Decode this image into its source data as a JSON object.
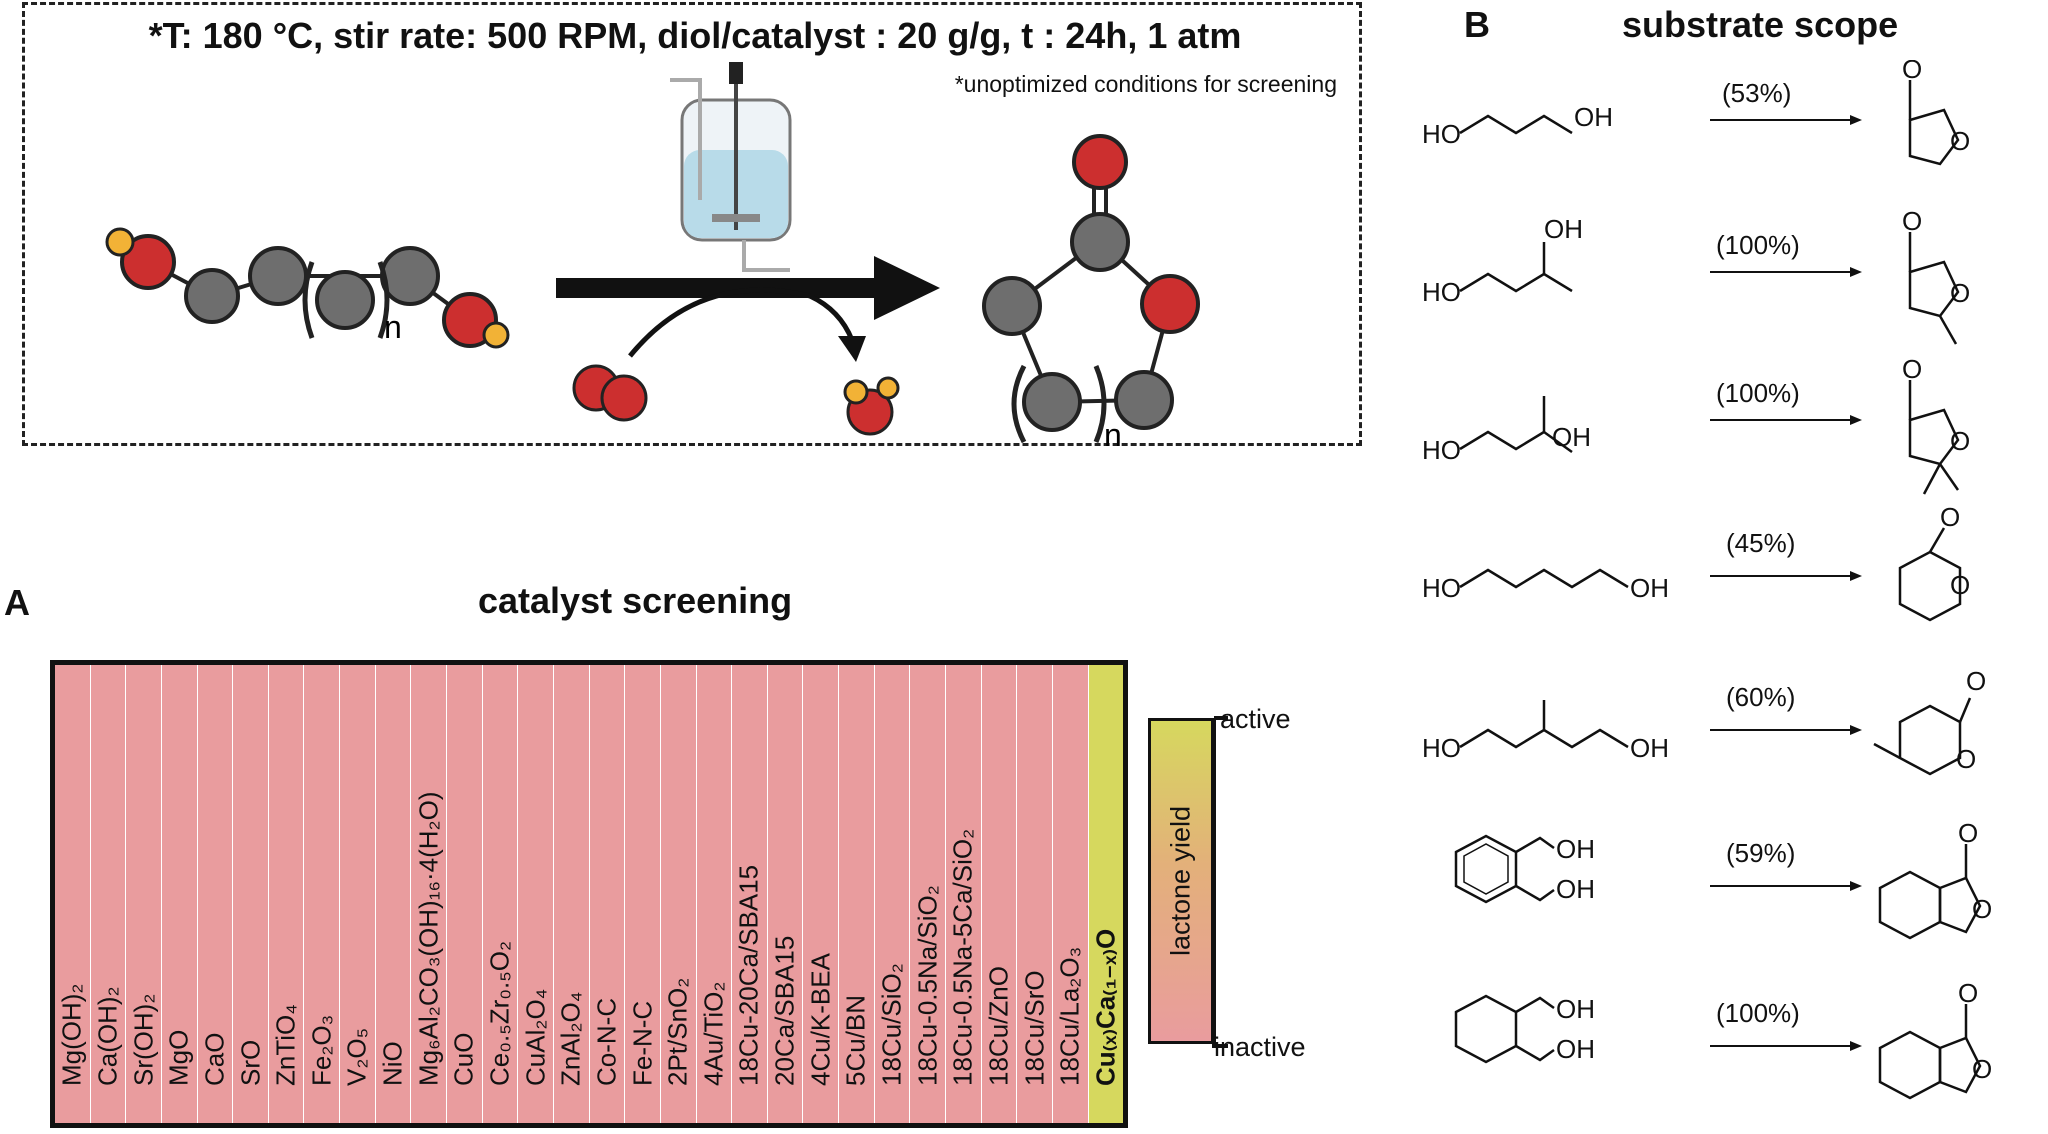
{
  "panel_top": {
    "conditions": "*T: 180 °C, stir rate: 500 RPM, diol/catalyst : 20 g/g, t : 24h, 1 atm",
    "note": "*unoptimized conditions for screening",
    "n_label": "n"
  },
  "panel_a": {
    "letter": "A",
    "title": "catalyst screening",
    "legend": {
      "title": "lactone yield",
      "top": "active",
      "bottom": "inactive"
    },
    "colors": {
      "inactive": "#e99c9e",
      "active": "#d6d85e"
    },
    "catalysts": [
      "Mg(OH)₂",
      "Ca(OH)₂",
      "Sr(OH)₂",
      "MgO",
      "CaO",
      "SrO",
      "ZnTiO₄",
      "Fe₂O₃",
      "V₂O₅",
      "NiO",
      "Mg₆Al₂CO₃(OH)₁₆·4(H₂O)",
      "CuO",
      "Ce₀.₅Zr₀.₅O₂",
      "CuAl₂O₄",
      "ZnAl₂O₄",
      "Co-N-C",
      "Fe-N-C",
      "2Pt/SnO₂",
      "4Au/TiO₂",
      "18Cu-20Ca/SBA15",
      "20Ca/SBA15",
      "4Cu/K-BEA",
      "5Cu/BN",
      "18Cu/SiO₂",
      "18Cu-0.5Na/SiO₂",
      "18Cu-0.5Na-5Ca/SiO₂",
      "18Cu/ZnO",
      "18Cu/SrO",
      "18Cu/La₂O₃",
      "Cu₍ₓ₎Ca₍₁₋ₓ₎O"
    ],
    "active_index": 29
  },
  "panel_b": {
    "letter": "B",
    "title": "substrate scope",
    "rows": [
      {
        "yield": "(53%)",
        "labels": [
          "HO",
          "OH"
        ]
      },
      {
        "yield": "(100%)",
        "labels": [
          "HO",
          "OH"
        ]
      },
      {
        "yield": "(100%)",
        "labels": [
          "HO",
          "OH"
        ]
      },
      {
        "yield": "(45%)",
        "labels": [
          "HO",
          "OH"
        ]
      },
      {
        "yield": "(60%)",
        "labels": [
          "HO",
          "OH"
        ]
      },
      {
        "yield": "(59%)",
        "labels": [
          "OH",
          "OH"
        ]
      },
      {
        "yield": "(100%)",
        "labels": [
          "OH",
          "OH"
        ]
      }
    ],
    "product_o_label": "O",
    "carbonyl_o_label": "O"
  }
}
